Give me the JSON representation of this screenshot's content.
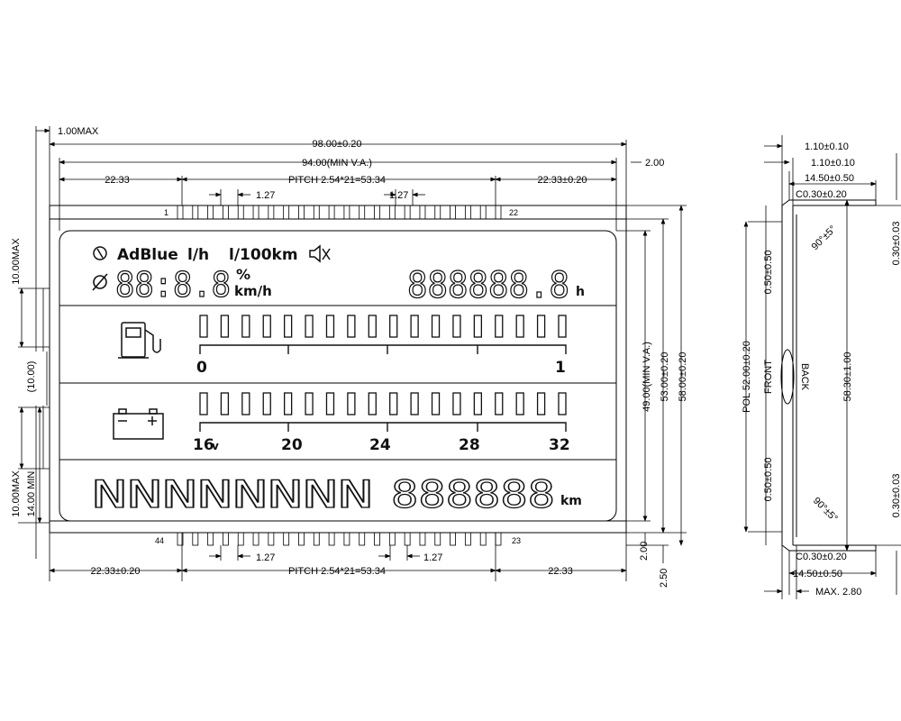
{
  "dims_front": {
    "max_thickness": "1.00MAX",
    "overall_width": "98.00±0.20",
    "va_width": "94.00(MIN V.A.)",
    "left_offset_top": "22.33",
    "pitch_top": "PITCH 2.54*21=53.34",
    "right_offset_top": "22.33±0.20",
    "pin_spacing_top_left": "1.27",
    "pin_spacing_top_right": "1.27",
    "right_margin": "2.00",
    "left_offset_bottom": "22.33±0.20",
    "pitch_bottom": "PITCH 2.54*21=53.34",
    "right_offset_bottom": "22.33",
    "pin_spacing_bottom_left": "1.27",
    "pin_spacing_bottom_right": "1.27",
    "bottom_margin_a": "2.00",
    "bottom_margin_b": "2.50",
    "va_height": "49.00(MIN V.A.)",
    "mid_height": "53.00±0.20",
    "overall_height": "58.00±0.20",
    "pin_len_top": "10.00MAX",
    "pin_gap": "(10.00)",
    "pin_len_bottom_a": "10.00MAX",
    "pin_len_bottom_b": "14.00 MIN"
  },
  "pins": {
    "first": "1",
    "top_last": "22",
    "bottom_first": "44",
    "bottom_last": "23"
  },
  "lcd": {
    "top_row_words": [
      "AdBlue",
      "l/h",
      "l/100km"
    ],
    "clock_digits": "88:8.8",
    "percent": "%",
    "kmh": "km/h",
    "hours_digits": "888888.8",
    "hours_unit": "h",
    "fuel_scale": [
      "0",
      "1"
    ],
    "battery_scale": [
      "16",
      "20",
      "24",
      "28",
      "32"
    ],
    "battery_unit": "v",
    "odo_alpha": "NNNNNNNN",
    "odo_digits": "888888",
    "odo_unit": "km",
    "bar_count": 18
  },
  "dims_side": {
    "thick_a": "1.10±0.10",
    "thick_b": "1.10±0.10",
    "depth_top": "14.50±0.50",
    "corner_top": "C0.30±0.20",
    "angle_top": "90°±5°",
    "pol_top": "0.50±0.50",
    "pol_len": "POL 52.00±0.20",
    "pol_bottom": "0.50±0.50",
    "front": "FRONT",
    "back": "BACK",
    "height": "58.30±1.00",
    "angle_bottom": "90°±5°",
    "right_top": "0.30±0.03",
    "right_bottom": "0.30±0.03",
    "corner_bottom": "C0.30±0.20",
    "depth_bottom": "14.50±0.50",
    "max_depth": "MAX. 2.80"
  }
}
